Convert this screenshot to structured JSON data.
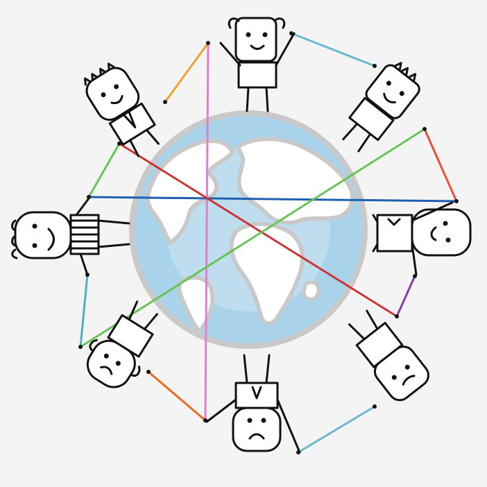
{
  "scene": {
    "subject": "globe-with-connected-people",
    "colors": {
      "background": "#f4f4f4",
      "globe_rim": "#c9c9c9",
      "globe_water": "#a9d3ea",
      "globe_water_inner": "#cfe6f3",
      "land": "#ffffff",
      "ink": "#111111",
      "strings": {
        "orange": "#f0a030",
        "sky": "#6bb7d0",
        "pink": "#e27dd2",
        "red": "#cc3333",
        "green": "#66c455",
        "blue": "#1f5fb0",
        "purple": "#8b3aa0",
        "teal": "#4bb2c6",
        "dark_orange": "#ea6a1e",
        "coral": "#e8503a"
      }
    },
    "figures": [
      {
        "name": "top"
      },
      {
        "name": "top-right"
      },
      {
        "name": "right"
      },
      {
        "name": "bottom-right"
      },
      {
        "name": "bottom"
      },
      {
        "name": "bottom-left"
      },
      {
        "name": "left"
      },
      {
        "name": "top-left"
      }
    ]
  }
}
